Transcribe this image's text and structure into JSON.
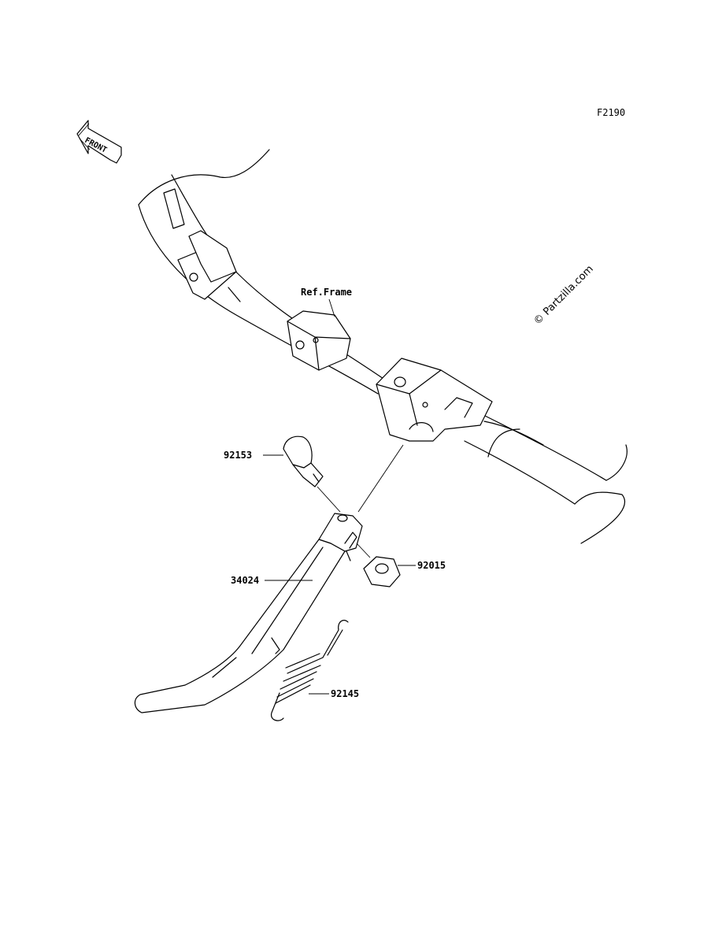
{
  "diagram_code": "F2190",
  "front_arrow": {
    "label": "FRONT",
    "icon": "front-direction-arrow-icon"
  },
  "watermark": "© Partzilla.com",
  "reference_label": "Ref.Frame",
  "parts": [
    {
      "number": "92153"
    },
    {
      "number": "92015"
    },
    {
      "number": "34024"
    },
    {
      "number": "92145"
    }
  ],
  "footer": {
    "line1": "",
    "line2": ""
  }
}
